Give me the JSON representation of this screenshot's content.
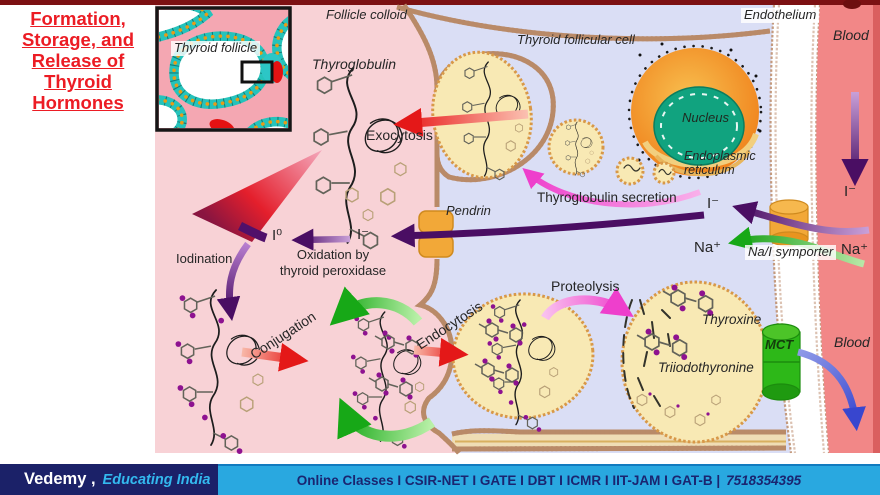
{
  "title": {
    "lines": [
      "Formation,",
      "Storage, and",
      "Release of",
      "Thyroid Hormones"
    ]
  },
  "inset": {
    "label": "Thyroid follicle"
  },
  "labels": {
    "follicle_colloid": "Follicle colloid",
    "thyroid_follicular_cell": "Thyroid follicular cell",
    "endothelium": "Endothelium",
    "blood_top": "Blood",
    "thyroglobulin": "Thyroglobulin",
    "exocytosis": "Exocytosis",
    "nucleus": "Nucleus",
    "er_line1": "Endoplasmic",
    "er_line2": "reticulum",
    "tg_secretion": "Thyroglobulin secretion",
    "pendrin": "Pendrin",
    "iodide_cell": "I⁻",
    "iodide_colloid": "I⁻",
    "iodine_zero": "I⁰",
    "oxidation_line1": "Oxidation by",
    "oxidation_line2": "thyroid peroxidase",
    "iodination": "Iodination",
    "sodium_cell": "Na⁺",
    "na_i_symporter": "Na/I symporter",
    "sodium_blood": "Na⁺",
    "iodide_blood": "I⁻",
    "conjugation": "Conjugation",
    "endocytosis": "Endocytosis",
    "proteolysis": "Proteolysis",
    "thyroxine": "Thyroxine",
    "triiodothyronine": "Triiodothyronine",
    "mct": "MCT",
    "blood_bottom": "Blood"
  },
  "footer": {
    "brand": "Vedemy ,",
    "tagline": "Educating India",
    "courses": "Online Classes I CSIR-NET I GATE I DBT I ICMR I IIT-JAM I GAT-B |",
    "phone": "7518354395"
  },
  "colors": {
    "title_red": "#ec1c24",
    "colloid_pink": "#f8d2d6",
    "cell_lavender": "#dadef5",
    "blood_red": "#f28787",
    "vesicle_yellow": "#f8e9b4",
    "membrane_tan": "#b98a68",
    "arrow_purple": "#4a0e63",
    "arrow_green": "#1ea31e",
    "arrow_red": "#e81818",
    "arrow_magenta": "#ee3fcc",
    "arrow_blue": "#3846cf",
    "transporter_orange": "#f2a838",
    "mct_green": "#2db818",
    "er_orange": "#ee7612",
    "nucleus_teal": "#11a37f",
    "footer_navy": "#1b2168",
    "footer_blue": "#29a8e0",
    "top_strip_maroon": "#7c1113"
  }
}
